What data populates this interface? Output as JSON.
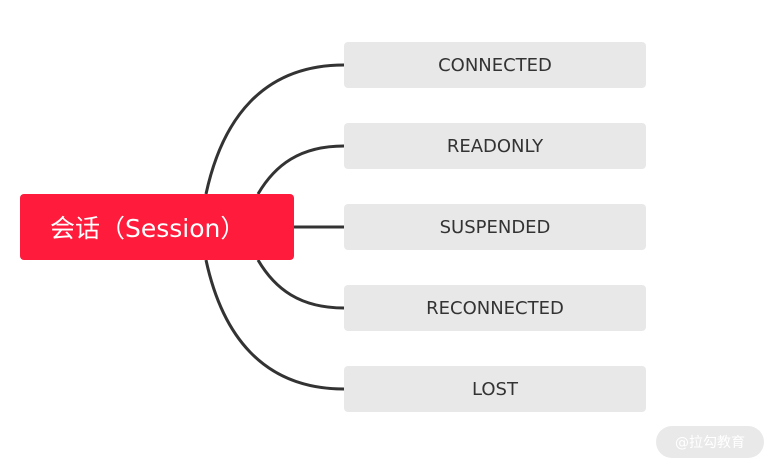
{
  "root": {
    "label": "会话（Session）"
  },
  "states": [
    {
      "label": "CONNECTED"
    },
    {
      "label": "READONLY"
    },
    {
      "label": "SUSPENDED"
    },
    {
      "label": "RECONNECTED"
    },
    {
      "label": "LOST"
    }
  ],
  "watermark": {
    "label": "@拉勾教育"
  },
  "colors": {
    "root_fill": "#fe1b3b",
    "node_fill": "#e8e8e8",
    "connector": "#333333"
  }
}
